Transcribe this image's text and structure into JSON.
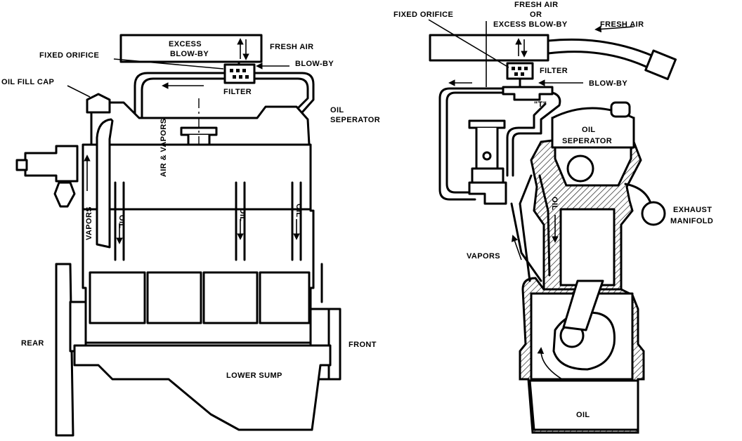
{
  "left_diagram": {
    "excess_blow_by": [
      "EXCESS",
      "BLOW-BY"
    ],
    "fresh_air": "FRESH AIR",
    "fixed_orifice": "FIXED ORIFICE",
    "blow_by": "BLOW-BY",
    "filter": "FILTER",
    "oil_fill_cap": "OIL FILL CAP",
    "oil_seperator": [
      "OIL",
      "SEPERATOR"
    ],
    "air_vapors": "AIR & VAPORS",
    "vapors": "VAPORS",
    "oil_1": "OIL",
    "oil_2": "OIL",
    "oil_3": "OIL",
    "rear": "REAR",
    "front": "FRONT",
    "lower_sump": "LOWER SUMP"
  },
  "right_diagram": {
    "fresh_air_or": [
      "FRESH AIR",
      "OR",
      "EXCESS BLOW-BY"
    ],
    "fresh_air": "FRESH AIR",
    "fixed_orifice": "FIXED ORIFICE",
    "filter": "FILTER",
    "blow_by": "BLOW-BY",
    "t_label": "\"T\"",
    "oil_seperator": [
      "OIL",
      "SEPERATOR"
    ],
    "exhaust_manifold": [
      "EXHAUST",
      "MANIFOLD"
    ],
    "vapors": "VAPORS",
    "oil_passage": "OIL",
    "oil_sump": "OIL"
  }
}
